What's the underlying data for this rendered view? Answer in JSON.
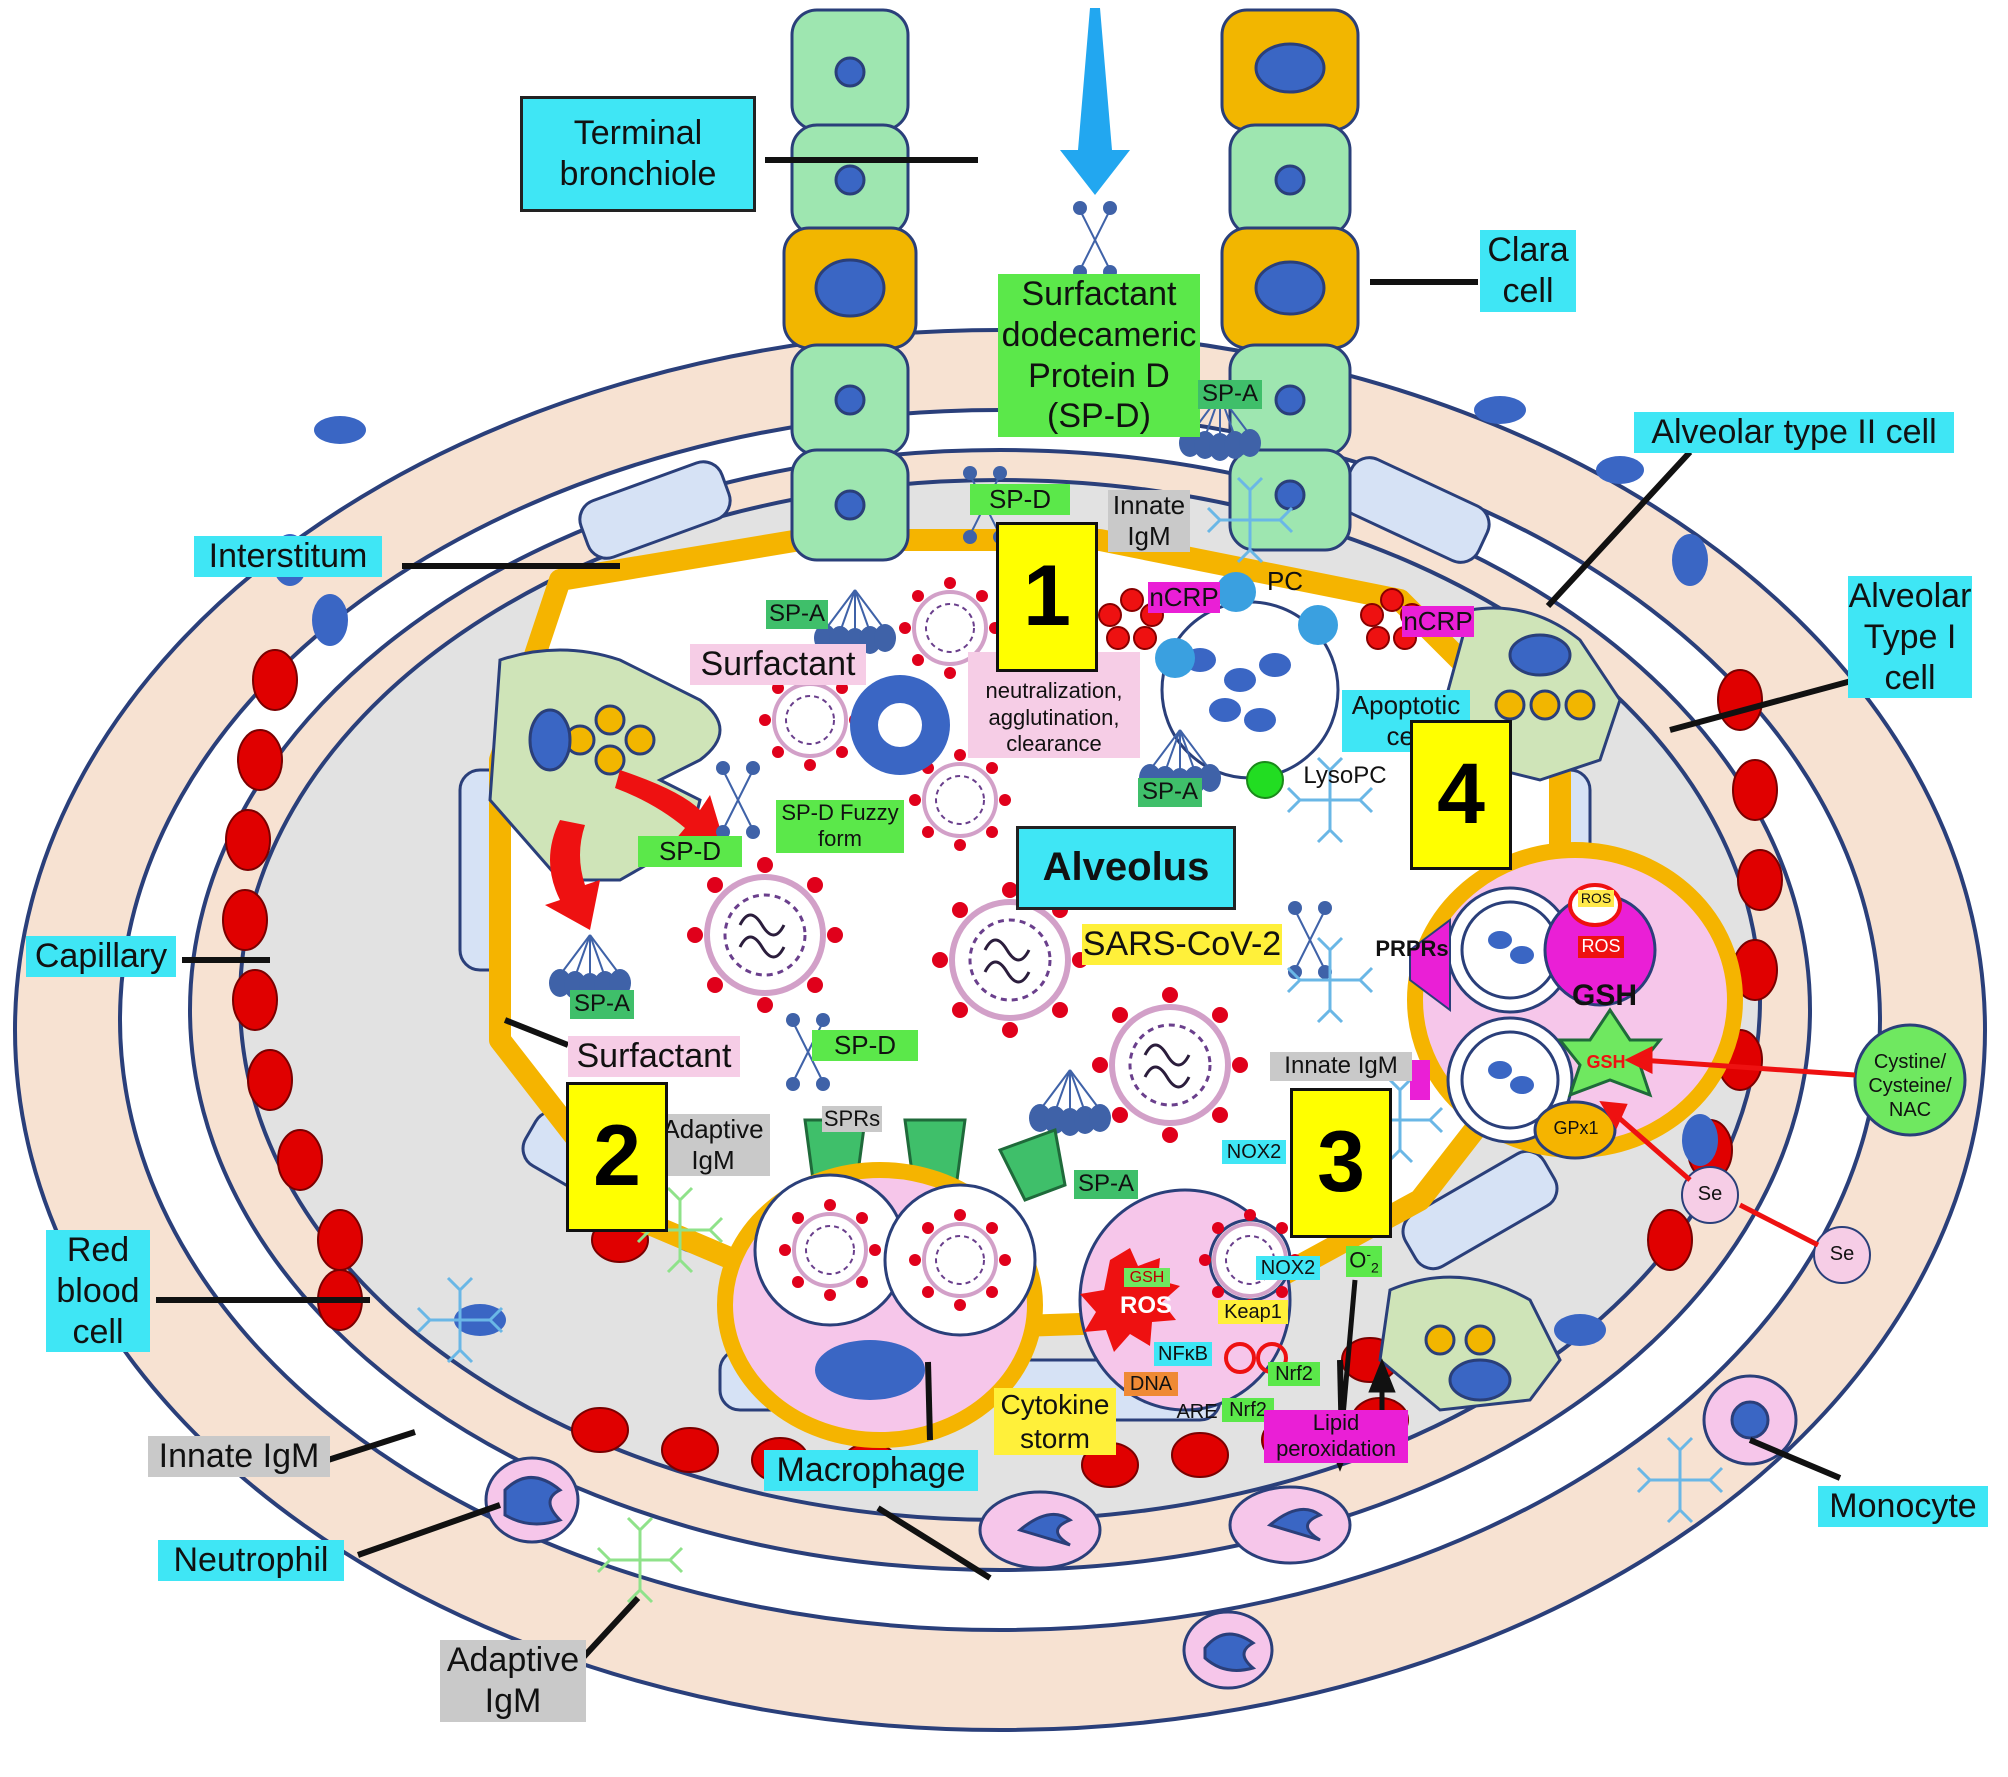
{
  "title_labels": {
    "terminal_bronchiole": "Terminal\nbronchiole",
    "clara_cell": "Clara\ncell",
    "interstitum": "Interstitum",
    "alveolar_type_ii": "Alveolar type II cell",
    "alveolar_type_i": "Alveolar\nType I\ncell",
    "capillary": "Capillary",
    "red_blood_cell": "Red\nblood\ncell",
    "innate_igm_bottom": "Innate IgM",
    "neutrophil": "Neutrophil",
    "adaptive_igm_bottom": "Adaptive\nIgM",
    "macrophage": "Macrophage",
    "monocyte": "Monocyte",
    "alveolus": "Alveolus",
    "apoptotic_cell": "Apoptotic\ncell"
  },
  "protein_labels": {
    "sp_d_top": "Surfactant\ndodecameric\nProtein D\n(SP-D)",
    "sp_a_1": "SP-A",
    "sp_d_1": "SP-D",
    "innate_igm_1": "Innate\nIgM",
    "ncrp_1": "nCRP",
    "ncrp_2": "nCRP",
    "pc": "PC",
    "sp_a_2": "SP-A",
    "surfactant_1": "Surfactant",
    "virus_neutralization": "Virus\nneutralization,\nagglutination,\nclearance",
    "sp_d_fuzzy": "SP-D Fuzzy\nform",
    "sp_a_3": "SP-A",
    "lysopc": "LysoPC",
    "sp_d_2": "SP-D",
    "sp_a_4": "SP-A",
    "sars_cov_2": "SARS-CoV-2",
    "prprs": "PRPRs",
    "surfactant_2": "Surfactant",
    "sp_d_3": "SP-D",
    "sprs": "SPRs",
    "adaptive_igm_2": "Adaptive\nIgM",
    "sp_a_5": "SP-A",
    "innate_igm_3": "Innate IgM",
    "nox2_1": "NOX2",
    "nox2_2": "NOX2",
    "o2": "O",
    "o2_sub": "2",
    "o2_minus": "O",
    "o2_minus_sub": "2",
    "o2_minus_sup": "-",
    "gsh_small": "GSH",
    "ros_big": "ROS",
    "keap1": "Keap1",
    "nfkb": "NFκB",
    "dna": "DNA",
    "nrf2_1": "Nrf2",
    "nrf2_2": "Nrf2",
    "are": "ARE",
    "cytokine_storm": "Cytokine\nstorm",
    "lipid_peroxidation": "Lipid\nperoxidation",
    "ros_small": "ROS",
    "ros_medium": "ROS",
    "gsh_large": "GSH",
    "gsh_star": "GSH",
    "gpx1": "GPx1",
    "cystine": "Cystine/\nCysteine/\nNAC",
    "se_1": "Se",
    "se_2": "Se"
  },
  "numbers": [
    "1",
    "2",
    "3",
    "4"
  ],
  "colors": {
    "label_cyan": "#3fe6f5",
    "label_gray": "#c9c9c9",
    "label_pink": "#f6cde6",
    "label_green": "#5be84a",
    "label_dark_green": "#3fbf6a",
    "label_magenta": "#ea1fd6",
    "number_yellow": "#ffff00",
    "membrane_orange": "#f5b400",
    "rbc_red": "#e00000",
    "nucleus_blue": "#3a66c4",
    "epithelium_green": "#9ee6b0",
    "clara_orange": "#f2b600",
    "tissue_peach": "#f7e2d2",
    "interstitium_gray": "#e2e2e2",
    "arrow_blue": "#22a7f0",
    "arrow_red": "#ee1111"
  },
  "icons": [
    "down-arrow-icon",
    "virus-icon",
    "sp-d-icon",
    "sp-a-icon",
    "igm-icon",
    "ros-burst-icon",
    "gsh-star-icon"
  ]
}
